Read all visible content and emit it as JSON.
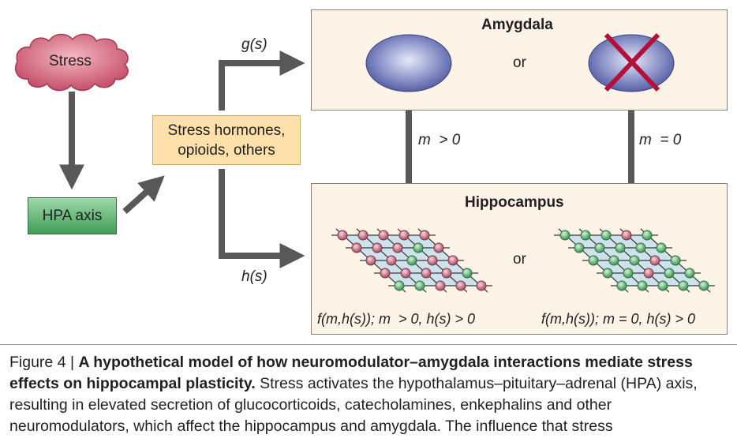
{
  "diagram": {
    "stress": "Stress",
    "hpa_axis": "HPA axis",
    "hormones_line1": "Stress hormones,",
    "hormones_line2": "opioids, others",
    "g_label": "g(s)",
    "h_label": "h(s)",
    "amygdala_title": "Amygdala",
    "amygdala_or": "or",
    "m_positive": "m  > 0",
    "m_zero": "m  = 0",
    "hippocampus_title": "Hippocampus",
    "hippocampus_or": "or",
    "formula_left": "f(m,h(s)); m  > 0, h(s) > 0",
    "formula_right": "f(m,h(s)); m = 0, h(s) > 0",
    "colors": {
      "arrow": "#58585a",
      "stress_cloud": "#c6506a",
      "amygdala_oval": "#5b64a6",
      "cross": "#b5103b",
      "node_red": "#b85b72",
      "node_green": "#4ca85f",
      "grid_fill": "#b6d8ea"
    }
  },
  "caption": {
    "figure_label": "Figure 4 | ",
    "bold_title": "A hypothetical model of how neuromodulator–amygdala interactions mediate stress effects on hippocampal plasticity.",
    "body": " Stress activates the hypothalamus–pituitary–adrenal (HPA) axis, resulting in elevated secretion of glucocorticoids, catecholamines, enkephalins and other neuromodulators, which affect the hippocampus and amygdala. The influence that stress"
  }
}
